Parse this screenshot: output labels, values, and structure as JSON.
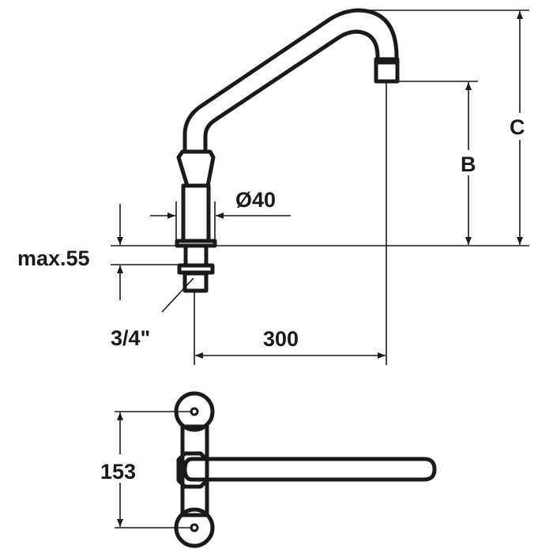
{
  "labels": {
    "diameter": "Ø40",
    "max_depth": "max.55",
    "thread": "3/4\"",
    "reach": "300",
    "height_b": "B",
    "height_c": "C",
    "hole_spacing": "153"
  },
  "colors": {
    "line": "#1a1a1a",
    "background": "#ffffff"
  }
}
